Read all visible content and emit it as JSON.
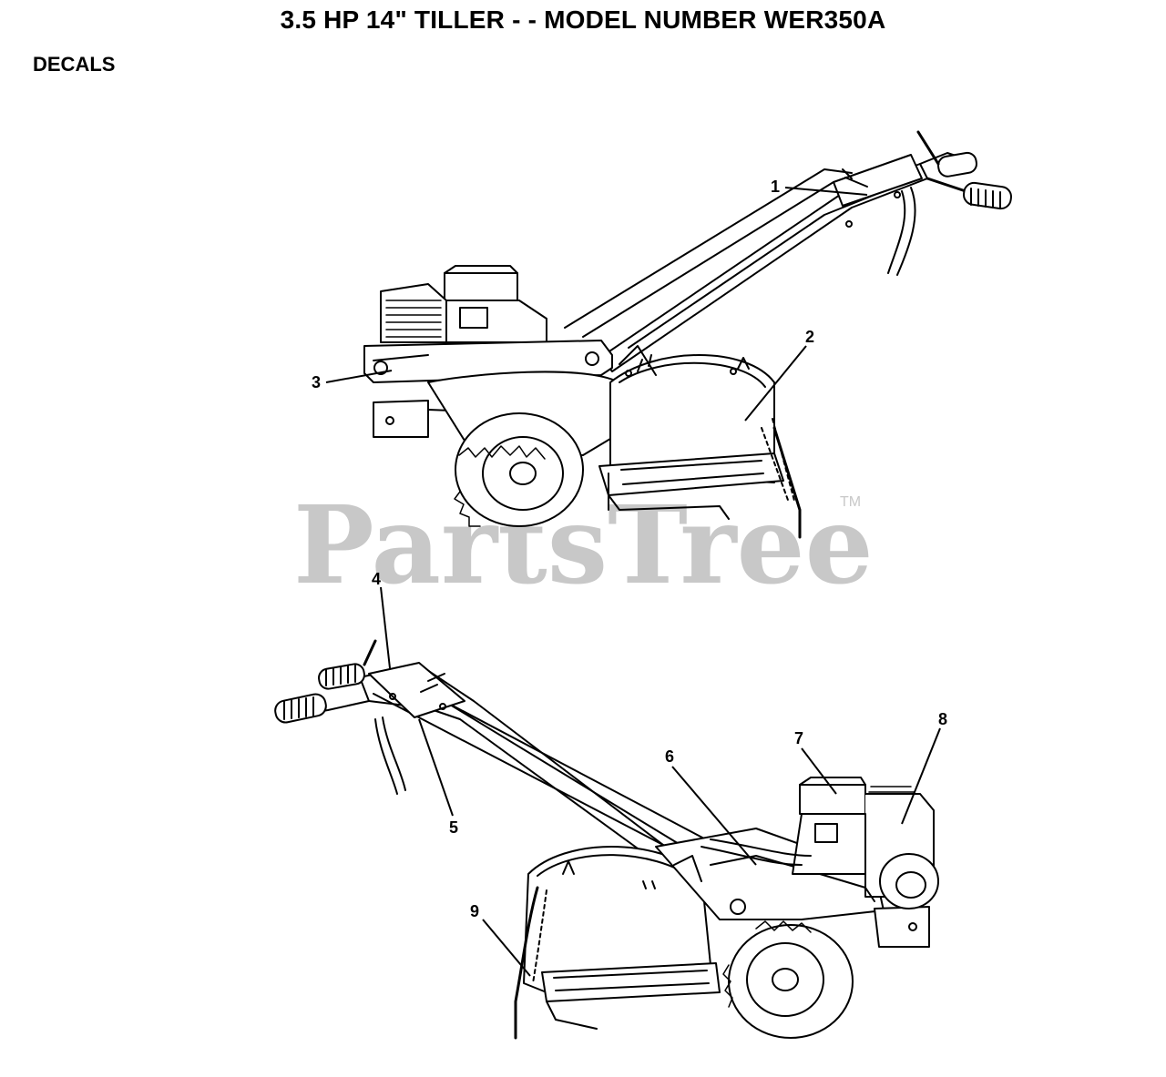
{
  "header": {
    "title": "3.5 HP 14\" TILLER - - MODEL NUMBER WER350A",
    "section": "DECALS"
  },
  "watermark": {
    "text": "PartsTree",
    "trademark": "TM",
    "color": "#c8c8c8"
  },
  "callouts": {
    "c1": "1",
    "c2": "2",
    "c3": "3",
    "c4": "4",
    "c5": "5",
    "c6": "6",
    "c7": "7",
    "c8": "8",
    "c9": "9"
  }
}
